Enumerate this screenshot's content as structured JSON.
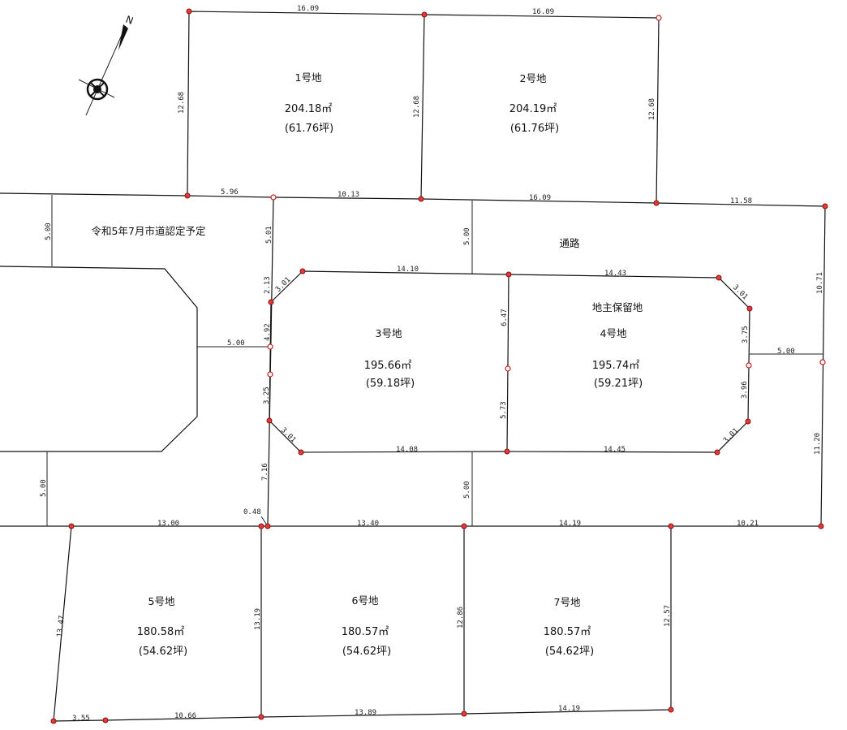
{
  "compass": {
    "north_label": "N"
  },
  "road_note": "令和5年7月市道認定予定",
  "passage": "通路",
  "reserved": "地主保留地",
  "lots": {
    "lot1": {
      "name": "1号地",
      "area": "204.18㎡",
      "tsubo": "(61.76坪)"
    },
    "lot2": {
      "name": "2号地",
      "area": "204.19㎡",
      "tsubo": "(61.76坪)"
    },
    "lot3": {
      "name": "3号地",
      "area": "195.66㎡",
      "tsubo": "(59.18坪)"
    },
    "lot4": {
      "name": "4号地",
      "area": "195.74㎡",
      "tsubo": "(59.21坪)"
    },
    "lot5": {
      "name": "5号地",
      "area": "180.58㎡",
      "tsubo": "(54.62坪)"
    },
    "lot6": {
      "name": "6号地",
      "area": "180.57㎡",
      "tsubo": "(54.62坪)"
    },
    "lot7": {
      "name": "7号地",
      "area": "180.57㎡",
      "tsubo": "(54.62坪)"
    }
  },
  "dims": {
    "top1": "16.09",
    "top2": "16.09",
    "l1_left": "12.68",
    "l1_mid": "12.68",
    "l2_right": "12.68",
    "r1a": "5.96",
    "r1b": "10.13",
    "r1c": "16.09",
    "r1d": "11.58",
    "road_left_w": "5.00",
    "v501": "5.01",
    "v500a": "5.00",
    "v1071": "10.71",
    "l3_top": "14.10",
    "l4_top": "14.43",
    "c301a": "3.01",
    "c301b": "3.01",
    "c301c": "3.01",
    "c301d": "3.01",
    "v213": "2.13",
    "v492": "4.92",
    "v325": "3.25",
    "v716": "7.16",
    "h500l": "5.00",
    "h500r": "5.00",
    "v647": "6.47",
    "v573": "5.73",
    "v375": "3.75",
    "v396": "3.96",
    "v1120": "11.20",
    "l3_bot": "14.08",
    "l4_bot": "14.45",
    "v500b": "5.00",
    "v500c": "5.00",
    "r2a": "0.48",
    "r2b": "13.00",
    "r2c": "13.40",
    "r2d": "14.19",
    "r2e": "10.21",
    "l5_left": "13.47",
    "l5_right": "13.19",
    "l6_right": "12.86",
    "l7_right": "12.57",
    "b1": "3.55",
    "b2": "10.66",
    "b3": "13.89",
    "b4": "14.19"
  }
}
